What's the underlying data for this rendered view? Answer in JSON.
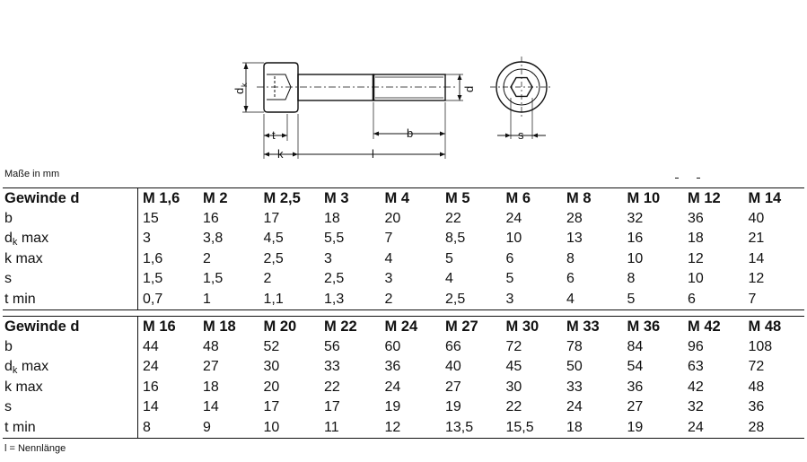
{
  "drawing": {
    "labels": {
      "dk": "d",
      "dk_sub": "k",
      "d": "d",
      "t": "t",
      "k": "k",
      "l": "l",
      "b": "b",
      "s": "s"
    }
  },
  "units_caption": "Maße in mm",
  "footnote": "l = Nennlänge",
  "tables": [
    {
      "header_label": "Gewinde d",
      "columns": [
        "M 1,6",
        "M 2",
        "M 2,5",
        "M 3",
        "M 4",
        "M 5",
        "M 6",
        "M 8",
        "M 10",
        "M 12",
        "M 14"
      ],
      "rows": [
        {
          "label": "b",
          "label_sub": "",
          "label_suffix": "",
          "values": [
            "15",
            "16",
            "17",
            "18",
            "20",
            "22",
            "24",
            "28",
            "32",
            "36",
            "40"
          ]
        },
        {
          "label": "d",
          "label_sub": "k",
          "label_suffix": " max",
          "values": [
            "3",
            "3,8",
            "4,5",
            "5,5",
            "7",
            "8,5",
            "10",
            "13",
            "16",
            "18",
            "21"
          ]
        },
        {
          "label": "k max",
          "label_sub": "",
          "label_suffix": "",
          "values": [
            "1,6",
            "2",
            "2,5",
            "3",
            "4",
            "5",
            "6",
            "8",
            "10",
            "12",
            "14"
          ]
        },
        {
          "label": "s",
          "label_sub": "",
          "label_suffix": "",
          "values": [
            "1,5",
            "1,5",
            "2",
            "2,5",
            "3",
            "4",
            "5",
            "6",
            "8",
            "10",
            "12"
          ]
        },
        {
          "label": "t min",
          "label_sub": "",
          "label_suffix": "",
          "values": [
            "0,7",
            "1",
            "1,1",
            "1,3",
            "2",
            "2,5",
            "3",
            "4",
            "5",
            "6",
            "7"
          ]
        }
      ]
    },
    {
      "header_label": "Gewinde d",
      "columns": [
        "M 16",
        "M 18",
        "M 20",
        "M 22",
        "M 24",
        "M 27",
        "M 30",
        "M 33",
        "M 36",
        "M 42",
        "M 48"
      ],
      "rows": [
        {
          "label": "b",
          "label_sub": "",
          "label_suffix": "",
          "values": [
            "44",
            "48",
            "52",
            "56",
            "60",
            "66",
            "72",
            "78",
            "84",
            "96",
            "108"
          ]
        },
        {
          "label": "d",
          "label_sub": "k",
          "label_suffix": " max",
          "values": [
            "24",
            "27",
            "30",
            "33",
            "36",
            "40",
            "45",
            "50",
            "54",
            "63",
            "72"
          ]
        },
        {
          "label": "k max",
          "label_sub": "",
          "label_suffix": "",
          "values": [
            "16",
            "18",
            "20",
            "22",
            "24",
            "27",
            "30",
            "33",
            "36",
            "42",
            "48"
          ]
        },
        {
          "label": "s",
          "label_sub": "",
          "label_suffix": "",
          "values": [
            "14",
            "14",
            "17",
            "17",
            "19",
            "19",
            "22",
            "24",
            "27",
            "32",
            "36"
          ]
        },
        {
          "label": "t min",
          "label_sub": "",
          "label_suffix": "",
          "values": [
            "8",
            "9",
            "10",
            "11",
            "12",
            "13,5",
            "15,5",
            "18",
            "19",
            "24",
            "28"
          ]
        }
      ]
    }
  ]
}
